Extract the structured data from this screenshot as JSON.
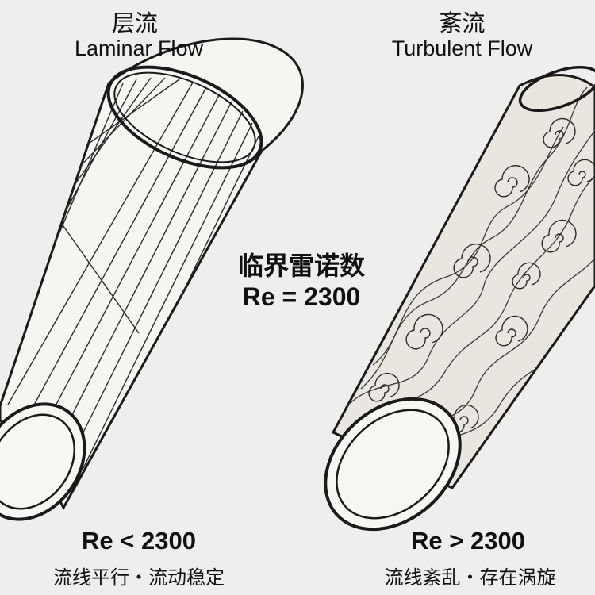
{
  "laminar": {
    "title_zh": "层流",
    "title_en": "Laminar Flow",
    "re_condition": "Re < 2300",
    "description": "流线平行・流动稳定"
  },
  "turbulent": {
    "title_zh": "紊流",
    "title_en": "Turbulent Flow",
    "re_condition": "Re > 2300",
    "description": "流线紊乱・存在涡旋"
  },
  "critical": {
    "label": "临界雷诺数",
    "value": "Re = 2300"
  },
  "colors": {
    "background": "#efeeec",
    "ink": "#1a1a1a"
  }
}
